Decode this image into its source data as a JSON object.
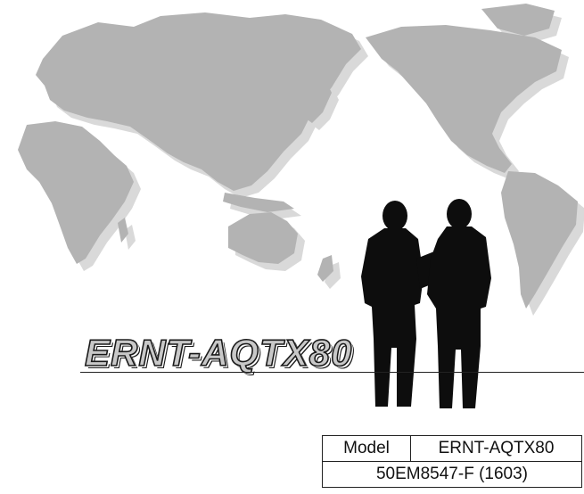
{
  "cover": {
    "title": "ERNT-AQTX80"
  },
  "model_table": {
    "model_label": "Model",
    "model_value": "ERNT-AQTX80",
    "doc_code": "50EM8547-F (1603)"
  }
}
